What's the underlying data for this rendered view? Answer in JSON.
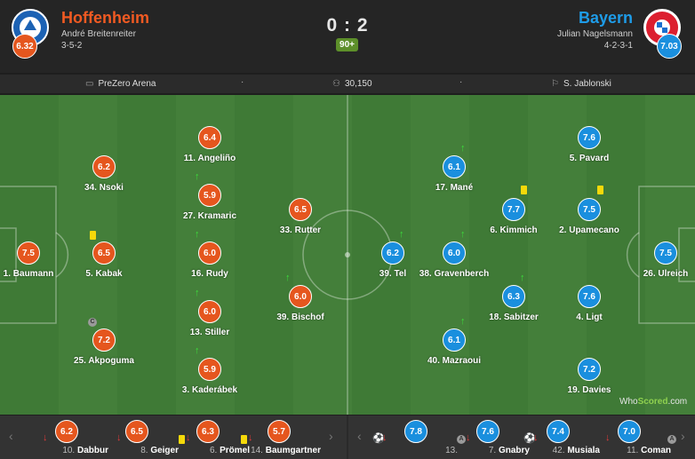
{
  "header": {
    "home": {
      "name": "Hoffenheim",
      "manager": "André Breitenreiter",
      "formation": "3-5-2",
      "rating": "6.32",
      "color": "#f15a22"
    },
    "away": {
      "name": "Bayern",
      "manager": "Julian Nagelsmann",
      "formation": "4-2-3-1",
      "rating": "7.03",
      "color": "#1e9ce8"
    },
    "score": "0 : 2",
    "minute": "90+"
  },
  "info": {
    "stadium": "PreZero Arena",
    "attendance": "30,150",
    "referee": "S. Jablonski",
    "separator": "·"
  },
  "home_players": [
    {
      "num": "1.",
      "name": "Baumann",
      "rating": "7.5"
    },
    {
      "num": "34.",
      "name": "Nsoki",
      "rating": "6.2"
    },
    {
      "num": "5.",
      "name": "Kabak",
      "rating": "6.5"
    },
    {
      "num": "25.",
      "name": "Akpoguma",
      "rating": "7.2"
    },
    {
      "num": "11.",
      "name": "Angeliño",
      "rating": "6.4"
    },
    {
      "num": "27.",
      "name": "Kramaric",
      "rating": "5.9"
    },
    {
      "num": "16.",
      "name": "Rudy",
      "rating": "6.0"
    },
    {
      "num": "13.",
      "name": "Stiller",
      "rating": "6.0"
    },
    {
      "num": "3.",
      "name": "Kaderábek",
      "rating": "5.9"
    },
    {
      "num": "33.",
      "name": "Rutter",
      "rating": "6.5"
    },
    {
      "num": "39.",
      "name": "Bischof",
      "rating": "6.0"
    }
  ],
  "away_players": [
    {
      "num": "26.",
      "name": "Ulreich",
      "rating": "7.5"
    },
    {
      "num": "5.",
      "name": "Pavard",
      "rating": "7.6"
    },
    {
      "num": "2.",
      "name": "Upamecano",
      "rating": "7.5"
    },
    {
      "num": "4.",
      "name": "Ligt",
      "rating": "7.6"
    },
    {
      "num": "19.",
      "name": "Davies",
      "rating": "7.2"
    },
    {
      "num": "6.",
      "name": "Kimmich",
      "rating": "7.7"
    },
    {
      "num": "18.",
      "name": "Sabitzer",
      "rating": "6.3"
    },
    {
      "num": "17.",
      "name": "Mané",
      "rating": "6.1"
    },
    {
      "num": "38.",
      "name": "Gravenberch",
      "rating": "6.0"
    },
    {
      "num": "40.",
      "name": "Mazraoui",
      "rating": "6.1"
    },
    {
      "num": "39.",
      "name": "Tel",
      "rating": "6.2"
    }
  ],
  "marks": {
    "captain": "C",
    "sub_in": "↑",
    "sub_out": "↓",
    "ball": "⚽",
    "assist": "A"
  },
  "bench_home": [
    {
      "num": "10.",
      "name": "Dabbur",
      "rating": "6.2"
    },
    {
      "num": "8.",
      "name": "Geiger",
      "rating": "6.5"
    },
    {
      "num": "6.",
      "name": "Prömel",
      "rating": "6.3"
    },
    {
      "num": "14.",
      "name": "Baumgartner",
      "rating": "5.7"
    }
  ],
  "bench_away": [
    {
      "num": "13.",
      "name": "",
      "rating": "7.8"
    },
    {
      "num": "7.",
      "name": "Gnabry",
      "rating": "7.6"
    },
    {
      "num": "42.",
      "name": "Musiala",
      "rating": "7.4"
    },
    {
      "num": "11.",
      "name": "Coman",
      "rating": "7.0"
    }
  ],
  "nav": {
    "prev": "‹",
    "next": "›"
  },
  "watermark": {
    "who": "Who",
    "scored": "Scored",
    "suffix": ".com"
  },
  "colors": {
    "home": "#e5561e",
    "away": "#1a8fde",
    "pitch": "#447f3a"
  }
}
